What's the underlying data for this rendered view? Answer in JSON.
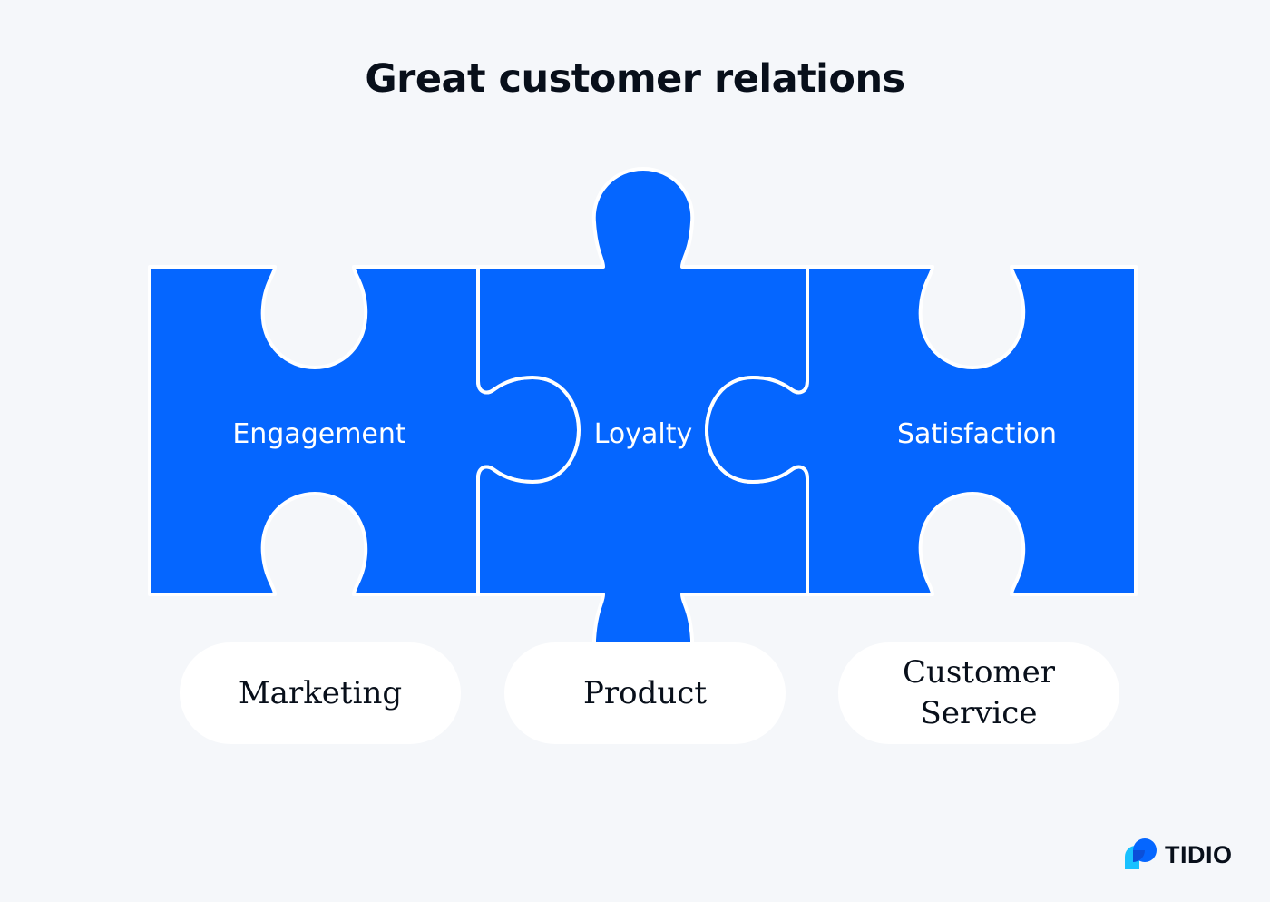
{
  "title": "Great customer relations",
  "colors": {
    "piece": "#0566ff",
    "background": "#f5f7fa",
    "outline": "#ffffff",
    "pill": "#ffffff",
    "text": "#080f1a"
  },
  "pieces": [
    {
      "label": "Engagement"
    },
    {
      "label": "Loyalty"
    },
    {
      "label": "Satisfaction"
    }
  ],
  "foundations": [
    {
      "label": "Marketing"
    },
    {
      "label": "Product"
    },
    {
      "label": "Customer Service"
    }
  ],
  "brand": {
    "name": "TIDIO",
    "icon": "tidio-logo-icon"
  }
}
